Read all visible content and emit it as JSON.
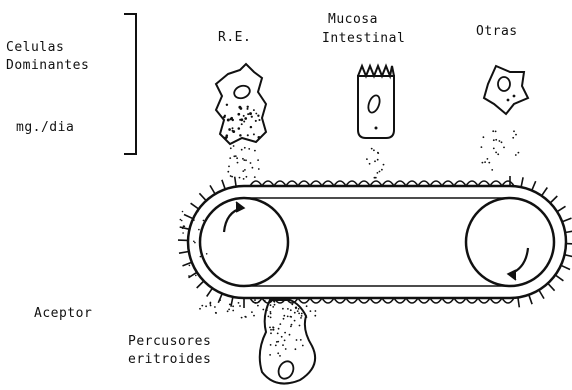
{
  "labels": {
    "cells_line1": "Celulas",
    "cells_line2": "Dominantes",
    "mg_per_day": "mg./dia",
    "re": "R.E.",
    "mucosa_line1": "Mucosa",
    "mucosa_line2": "Intestinal",
    "otras": "Otras",
    "aceptor": "Aceptor",
    "precursors_line1": "Percusores",
    "precursors_line2": "eritroides"
  },
  "colors": {
    "ink": "#111111",
    "paper": "#ffffff"
  },
  "icons": {
    "re_cell": "amoeboid-cell-icon",
    "intestinal_cell": "columnar-cell-icon",
    "other_cell": "polygonal-cell-icon",
    "erythroid_cell": "erythroid-precursor-icon",
    "left_rotation": "clockwise-arrow-icon",
    "right_rotation": "clockwise-arrow-icon"
  }
}
